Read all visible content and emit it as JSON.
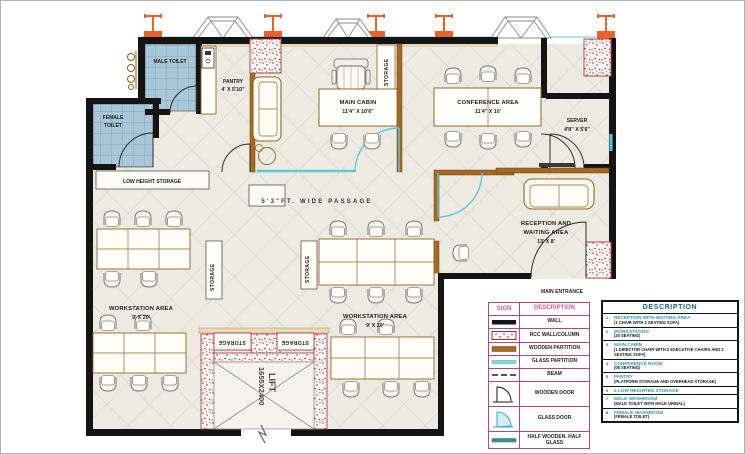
{
  "plan": {
    "male_toilet": "MALE TOILET",
    "female_toilet_line1": "FEMALE",
    "female_toilet_line2": "TOILET",
    "pantry": "PANTRY",
    "pantry_size": "4' X 5'10\"",
    "main_cabin": "MAIN CABIN",
    "main_cabin_size": "11'4\" X 10'6\"",
    "conference": "CONFERENCE AREA",
    "conference_size": "11'4\" X 10'",
    "server": "SERVER",
    "server_size": "4'8\" X 5'6\"",
    "reception_line1": "RECEPTION AND",
    "reception_line2": "WAITING AREA",
    "reception_size": "13' X 8'",
    "workstation": "WORKSTATION AREA",
    "workstation_size": "9' X 20'",
    "passage": "5'3\"FT. WIDE PASSAGE",
    "low_height_storage": "LOW HEIGHT STORAGE",
    "storage": "STORAGE",
    "lift": "LIFT",
    "lift_size": "1655X2400",
    "main_entrance": "MAIN ENTRANCE"
  },
  "legend_signs": {
    "header_sign": "SIGN",
    "header_description": "DESCRIPTION",
    "rows": [
      {
        "icon": "wall-swatch",
        "label": "WALL"
      },
      {
        "icon": "rcc-swatch",
        "label": "RCC WALL/COLUMN"
      },
      {
        "icon": "wood-swatch",
        "label": "WOODEN PARTITION"
      },
      {
        "icon": "glass-swatch",
        "label": "GLASS PARTITION"
      },
      {
        "icon": "beam-swatch",
        "label": "BEAM"
      },
      {
        "icon": "wooden-door-symbol",
        "label": "WOODEN DOOR"
      },
      {
        "icon": "glass-door-symbol",
        "label": "GLASS DOOR"
      },
      {
        "icon": "half-wood-glass-swatch",
        "label": "HALF WOODEN. HALF GLASS"
      }
    ]
  },
  "legend_desc": {
    "header": "DESCRIPTION",
    "rows": [
      {
        "num": "1",
        "name": "RECEPTION WITH WAITING AREA",
        "detail": "(1 CHAIR WITH 2 SEATING SOFA)"
      },
      {
        "num": "2",
        "name": "WORKSTATION",
        "detail": "(20 SEATING)"
      },
      {
        "num": "3",
        "name": "MAIN CABIN",
        "detail": "(1 DIRECTOR CHAIR WITH 2 EXECUTIVE CHAIRS AND 2 SEATING SOFA)"
      },
      {
        "num": "4",
        "name": "CONFERENCE ROOM",
        "detail": "(08 SEATING)"
      },
      {
        "num": "5",
        "name": "PANTRY",
        "detail": "(PLATFORM STORAGE AND OVERHEAD STORAGE)"
      },
      {
        "num": "6",
        "name": "2 LOW HEIGHTED STORAGE",
        "detail": ""
      },
      {
        "num": "7",
        "name": "MALE WASHROOM",
        "detail": "(MALE TOILET WITH MALE URINAL)"
      },
      {
        "num": "8",
        "name": "FEMALE WASHROOM",
        "detail": "(FEMALE TOILET)"
      }
    ]
  },
  "colors": {
    "wall": "#141414",
    "wood": "#a5691f",
    "glass": "#55cbe0",
    "stipple_border": "#b5485a",
    "column_orange": "#e8622a",
    "toilet_tile": "#a9c7d8",
    "legend_pink": "#b0487f",
    "legend_blue": "#17648f",
    "legend_teal": "#2a93ad"
  }
}
